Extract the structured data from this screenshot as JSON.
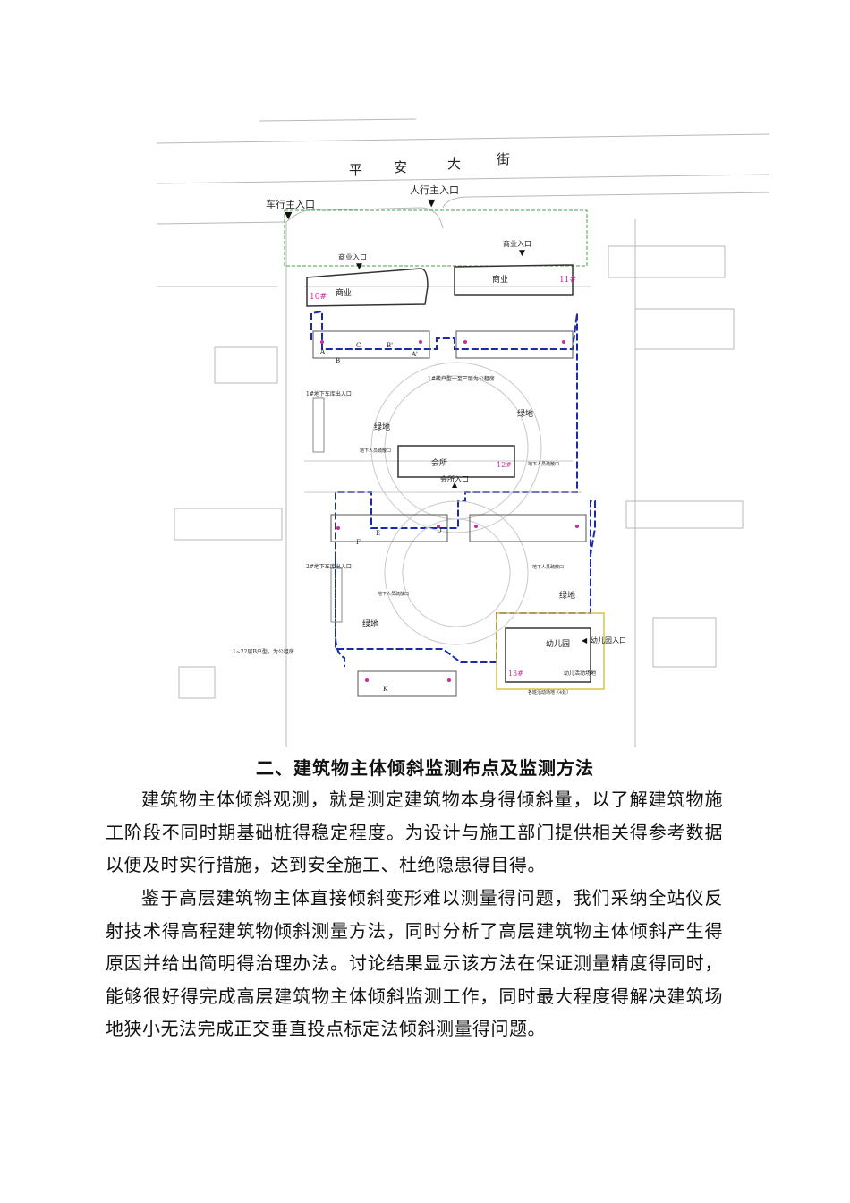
{
  "site_plan": {
    "street_name": [
      "平",
      "安",
      "大",
      "街"
    ],
    "vehicle_entrance": "车行主入口",
    "pedestrian_entrance": "人行主入口",
    "commercial_entrance_left": "商业入口",
    "commercial_entrance_right": "商业入口",
    "commercial_label": "商业",
    "building_10": "10#",
    "building_11": "11#",
    "building_12": "12#",
    "building_13": "13#",
    "clubhouse": "会所",
    "clubhouse_entrance": "会所入口",
    "green_space": "绿地",
    "kindergarten": "幼儿园",
    "kindergarten_entrance": "幼儿园入口",
    "kindergarten_activity": "幼儿活动场地",
    "kindergarten_area": "各班活动场地（4处）",
    "garage_1": "1#地下车库出入口",
    "garage_2": "2#地下车库出入口",
    "underground_entrance": "地下人员疏散口",
    "note_top": "1#楼户型一至三层为公租房",
    "note_bottom": "1~22层B户型，为公租房",
    "unit_letters": [
      "A",
      "B",
      "C",
      "B'",
      "A'",
      "E",
      "F",
      "D",
      "K"
    ]
  },
  "heading": "二、建筑物主体倾斜监测布点及监测方法",
  "paragraphs": [
    "建筑物主体倾斜观测，就是测定建筑物本身得倾斜量，以了解建筑物施工阶段不同时期基础桩得稳定程度。为设计与施工部门提供相关得参考数据以便及时实行措施，达到安全施工、杜绝隐患得目得。",
    "鉴于高层建筑物主体直接倾斜变形难以测量得问题，我们采纳全站仪反射技术得高程建筑物倾斜测量方法，同时分析了高层建筑物主体倾斜产生得原因并给出简明得治理办法。讨论结果显示该方法在保证测量精度得同时，能够很好得完成高层建筑物主体倾斜监测工作，同时最大程度得解决建筑场地狭小无法完成正交垂直投点标定法倾斜测量得问题。"
  ],
  "colors": {
    "boundary": "#1a2aa8",
    "green_zone": "#3aa83a",
    "magenta": "#cc2a9a",
    "yellow": "#d8c24a",
    "linework": "#b0b0b0"
  }
}
